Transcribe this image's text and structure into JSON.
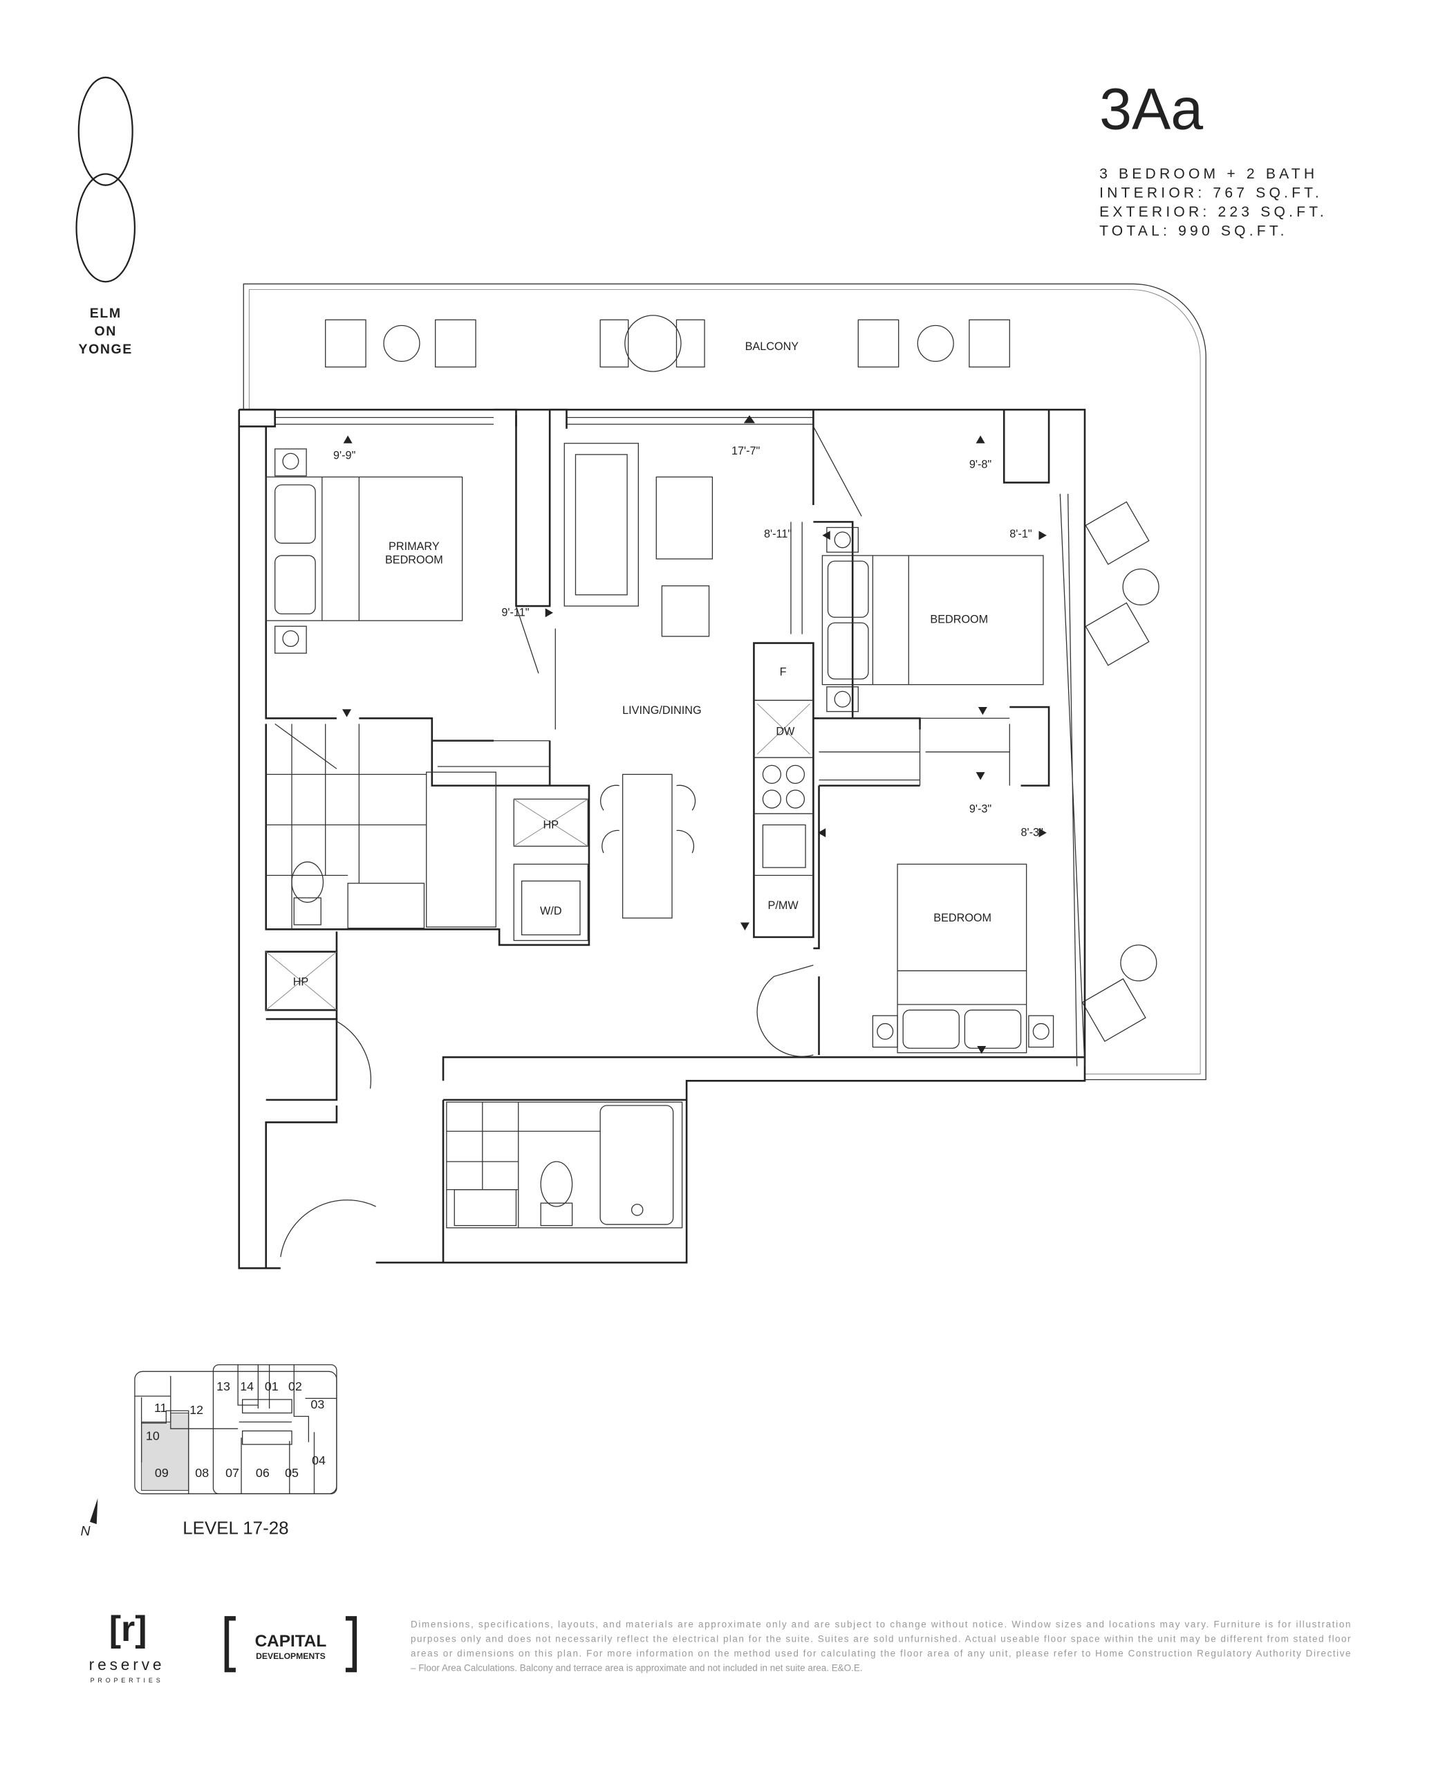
{
  "brand": {
    "logo_numeral": "8",
    "name_lines": [
      "ELM",
      "ON",
      "YONGE"
    ]
  },
  "unit": {
    "name": "3Aa",
    "specs": [
      "3 BEDROOM + 2 BATH",
      "INTERIOR: 767 SQ.FT.",
      "EXTERIOR: 223 SQ.FT.",
      "TOTAL: 990 SQ.FT."
    ]
  },
  "rooms": {
    "balcony": "BALCONY",
    "primary_bedroom": [
      "PRIMARY",
      "BEDROOM"
    ],
    "living_dining": "LIVING/DINING",
    "bedroom_2": "BEDROOM",
    "bedroom_3": "BEDROOM",
    "fridge": "F",
    "dishwasher": "DW",
    "pantry_mw": "P/MW",
    "heat_pump_1": "HP",
    "heat_pump_2": "HP",
    "washer_dryer": "W/D"
  },
  "dimensions": {
    "primary_width": "9'-9\"",
    "primary_depth": "9'-11\"",
    "living_width": "17'-7\"",
    "bed2_width": "9'-8\"",
    "bed2_depth_left": "8'-11\"",
    "bed2_depth_right": "8'-1\"",
    "bed3_width": "9'-3\"",
    "bed3_depth": "8'-3\""
  },
  "key_plan": {
    "units": [
      "13",
      "14",
      "01",
      "02",
      "11",
      "12",
      "03",
      "10",
      "09",
      "08",
      "07",
      "06",
      "05",
      "04"
    ],
    "highlighted_unit": "09",
    "level_label": "LEVEL 17-28",
    "north_label": "N",
    "highlight_color": "#dcdcdc"
  },
  "footer": {
    "reserve_logo": "[r]",
    "reserve_name": "reserve",
    "reserve_sub": "PROPERTIES",
    "capital_name": "CAPITAL",
    "capital_sub": "DEVELOPMENTS",
    "disclaimer_lines": [
      "Dimensions, specifications, layouts, and materials are approximate only and are subject to change without notice. Window sizes and locations may vary. Furniture is for illustration",
      "purposes only and does not necessarily reflect the electrical plan for the suite. Suites are sold unfurnished. Actual useable floor space within the unit may be different from stated floor",
      "areas or dimensions on this plan. For more information on the method used for calculating the floor area of any unit, please refer to Home Construction Regulatory Authority Directive",
      "– Floor Area Calculations. Balcony and terrace area is approximate and not included in net suite area. E&O.E."
    ]
  }
}
